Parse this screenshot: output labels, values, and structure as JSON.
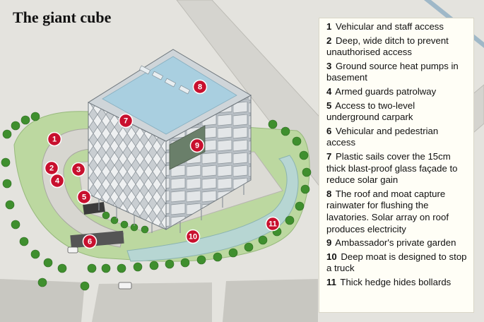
{
  "title": "The giant cube",
  "colors": {
    "marker": "#c8102e",
    "hedge": "#3f8f2e",
    "grass": "#b9d69b",
    "moat": "#b7d6d3",
    "glass": "#a9cfe0",
    "ground": "#e4e3de"
  },
  "markers": [
    {
      "id": "1"
    },
    {
      "id": "2"
    },
    {
      "id": "3"
    },
    {
      "id": "4"
    },
    {
      "id": "5"
    },
    {
      "id": "6"
    },
    {
      "id": "7"
    },
    {
      "id": "8"
    },
    {
      "id": "9"
    },
    {
      "id": "10"
    },
    {
      "id": "11"
    }
  ],
  "legend": [
    {
      "num": "1",
      "text": "Vehicular and staff access"
    },
    {
      "num": "2",
      "text": "Deep, wide ditch to prevent unauthorised access"
    },
    {
      "num": "3",
      "text": "Ground source heat pumps in basement"
    },
    {
      "num": "4",
      "text": "Armed guards patrolway"
    },
    {
      "num": "5",
      "text": "Access to two-level underground carpark"
    },
    {
      "num": "6",
      "text": "Vehicular and pedestrian access"
    },
    {
      "num": "7",
      "text": "Plastic sails cover the 15cm thick blast-proof glass façade to reduce solar gain"
    },
    {
      "num": "8",
      "text": "The roof and moat capture rainwater for flushing the lavatories. Solar array on roof produces electricity"
    },
    {
      "num": "9",
      "text": "Ambassador's private garden"
    },
    {
      "num": "10",
      "text": "Deep moat is designed to stop a truck"
    },
    {
      "num": "11",
      "text": "Thick hedge hides bollards"
    }
  ]
}
